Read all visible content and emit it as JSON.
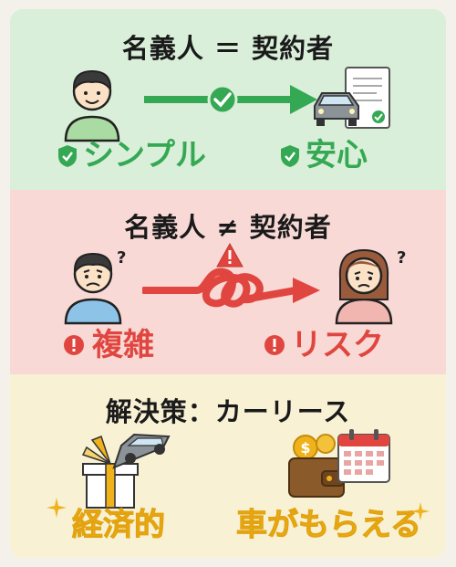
{
  "panels": {
    "same": {
      "title": "名義人 ＝ 契約者",
      "left_label": "シンプル",
      "right_label": "安心",
      "icons": [
        "person-icon",
        "check-arrow-icon",
        "car-contract-icon",
        "shield-check-icon"
      ]
    },
    "different": {
      "title": "名義人 ≠ 契約者",
      "left_label": "複雑",
      "right_label": "リスク",
      "question_mark": "?",
      "icons": [
        "worried-man-icon",
        "tangled-arrow-icon",
        "warning-icon",
        "worried-woman-icon",
        "alert-circle-icon"
      ]
    },
    "solution": {
      "title": "解決策：カーリース",
      "left_label": "経済的",
      "right_label": "車がもらえる",
      "icons": [
        "gift-car-icon",
        "wallet-coins-icon",
        "calendar-icon",
        "sparkle-icon"
      ]
    }
  },
  "colors": {
    "green_bg": "#d9efd9",
    "red_bg": "#f8d9d6",
    "yellow_bg": "#f8f1d4",
    "green": "#34a853",
    "red": "#e0463f",
    "gold": "#f0b21b"
  }
}
